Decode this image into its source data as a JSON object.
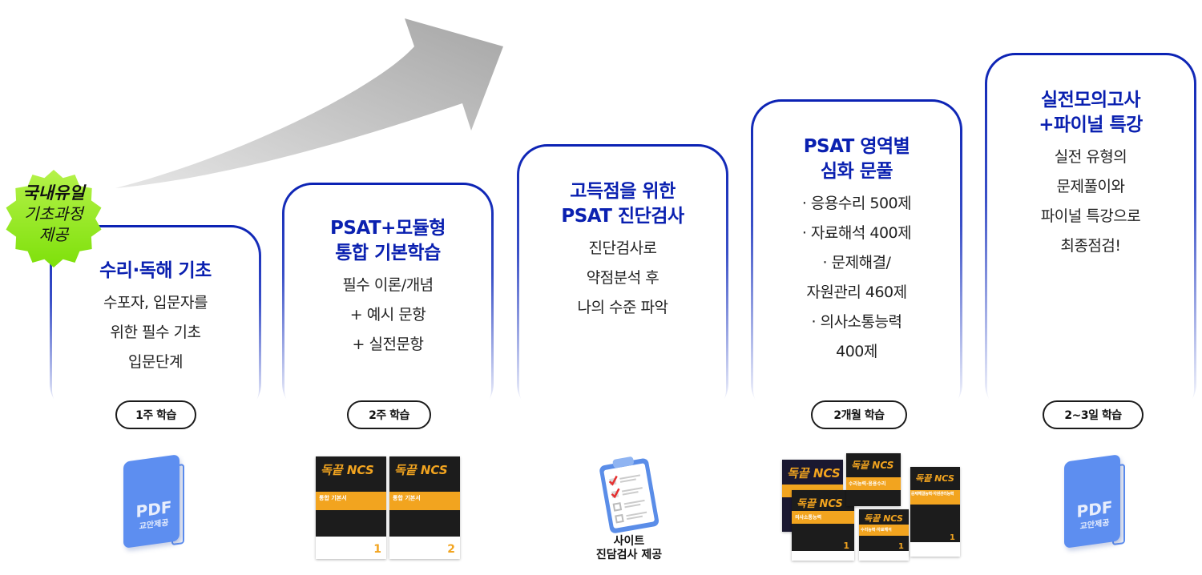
{
  "badge": {
    "line1": "국내유일",
    "line2": "기초과정",
    "line3": "제공",
    "color": "#8fe81e"
  },
  "steps": [
    {
      "title": [
        "수리·독해 기초"
      ],
      "desc": [
        "수포자, 입문자를",
        "위한 필수 기초",
        "입문단계"
      ],
      "duration": "1주 학습",
      "media": {
        "type": "pdf-book",
        "label_main": "PDF",
        "label_sub": "교안제공"
      }
    },
    {
      "title": [
        "PSAT+모듈형",
        "통합 기본학습"
      ],
      "desc": [
        "필수 이론/개념",
        "+ 예시 문항",
        "+ 실전문항"
      ],
      "duration": "2주 학습",
      "media": {
        "type": "books",
        "covers": [
          {
            "brand": "독끝",
            "series": "NCS",
            "subtitle": "통합 기본서",
            "volume": "1"
          },
          {
            "brand": "독끝",
            "series": "NCS",
            "subtitle": "통합 기본서",
            "volume": "2"
          }
        ]
      }
    },
    {
      "title": [
        "고득점을 위한",
        "PSAT 진단검사"
      ],
      "desc": [
        "진단검사로",
        "약점분석 후",
        "나의 수준 파악"
      ],
      "duration": "",
      "media": {
        "type": "clipboard",
        "caption": [
          "사이트",
          "진담검사 제공"
        ]
      }
    },
    {
      "title": [
        "PSAT 영역별",
        "심화 문풀"
      ],
      "desc": [
        "· 응용수리 500제",
        "· 자료해석 400제",
        "· 문제해결/",
        "자원관리 460제",
        "· 의사소통능력",
        "400제"
      ],
      "duration": "2개월 학습",
      "media": {
        "type": "books",
        "covers": [
          {
            "brand": "독끝",
            "series": "NCS",
            "subtitle": "",
            "volume": ""
          },
          {
            "brand": "독끝",
            "series": "NCS",
            "subtitle": "수리능력·응용수리",
            "volume": ""
          },
          {
            "brand": "독끝",
            "series": "NCS",
            "subtitle": "문제해결능력·자원관리능력",
            "volume": "1"
          },
          {
            "brand": "독끝",
            "series": "NCS",
            "subtitle": "의사소통능력",
            "volume": "1"
          },
          {
            "brand": "독끝",
            "series": "NCS",
            "subtitle": "수리능력·자료해석",
            "volume": "1"
          }
        ]
      }
    },
    {
      "title": [
        "실전모의고사",
        "+파이널 특강"
      ],
      "desc": [
        "실전 유형의",
        "문제풀이와",
        "파이널 특강으로",
        "최종점검!"
      ],
      "duration": "2~3일 학습",
      "media": {
        "type": "pdf-book",
        "label_main": "PDF",
        "label_sub": "교안제공"
      }
    }
  ],
  "colors": {
    "title": "#0a20b0",
    "border": "#0b22b4",
    "arrow": "#a8a8a8",
    "book_orange": "#f2a41f",
    "pdf_blue": "#5d8ef0"
  }
}
